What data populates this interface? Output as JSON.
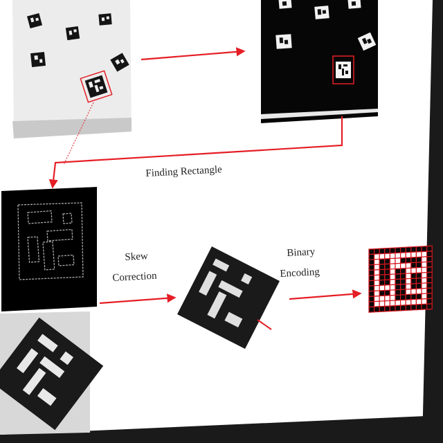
{
  "labels": {
    "finding_rectangle": "Finding Rectangle",
    "skew_line1": "Skew",
    "skew_line2": "Correction",
    "binary_line1": "Binary",
    "binary_line2": "Encoding"
  },
  "colors": {
    "arrow": "#e51e25",
    "grid_line": "#d6161e",
    "marker_black": "#141414",
    "marker_gray": "#dcdcdc",
    "cell_white": "#ffffff",
    "cell_black": "#0a0a0a"
  },
  "encoding_grid": [
    [
      1,
      1,
      1,
      1,
      1,
      1,
      1,
      1,
      1,
      1,
      1,
      1
    ],
    [
      1,
      0,
      0,
      0,
      0,
      0,
      0,
      0,
      0,
      0,
      0,
      1
    ],
    [
      1,
      0,
      1,
      1,
      0,
      0,
      1,
      1,
      1,
      1,
      0,
      1
    ],
    [
      1,
      0,
      1,
      1,
      0,
      0,
      0,
      0,
      1,
      1,
      0,
      1
    ],
    [
      1,
      0,
      1,
      1,
      0,
      1,
      1,
      0,
      0,
      0,
      0,
      1
    ],
    [
      1,
      0,
      1,
      1,
      0,
      1,
      1,
      0,
      1,
      1,
      0,
      1
    ],
    [
      1,
      0,
      1,
      1,
      0,
      1,
      1,
      0,
      1,
      1,
      0,
      1
    ],
    [
      1,
      0,
      0,
      0,
      0,
      1,
      1,
      0,
      1,
      1,
      0,
      1
    ],
    [
      1,
      0,
      1,
      1,
      0,
      1,
      1,
      0,
      0,
      0,
      0,
      1
    ],
    [
      1,
      0,
      0,
      0,
      0,
      1,
      1,
      1,
      1,
      1,
      0,
      1
    ],
    [
      1,
      0,
      0,
      0,
      0,
      0,
      0,
      0,
      0,
      0,
      0,
      1
    ],
    [
      1,
      1,
      1,
      1,
      1,
      1,
      1,
      1,
      1,
      1,
      1,
      1
    ]
  ]
}
